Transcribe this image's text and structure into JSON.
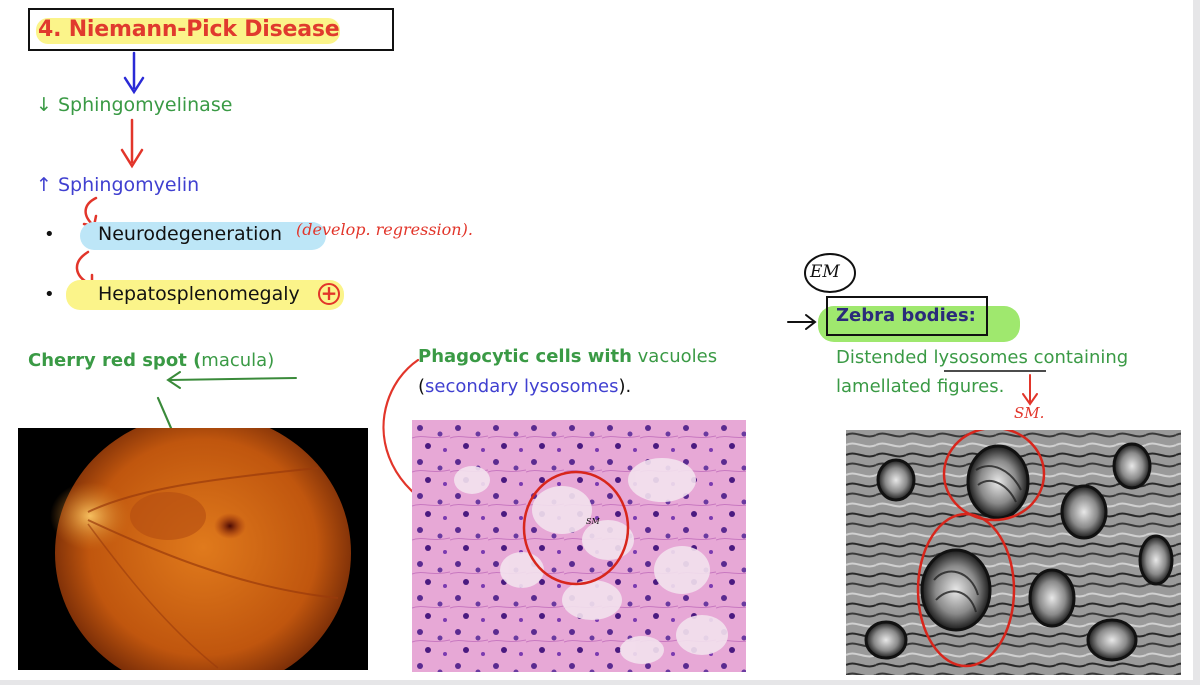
{
  "title": "4. Niemann-Pick Disease",
  "enzyme": "↓ Sphingomyelinase",
  "substrate": "↑ Sphingomyelin",
  "bullets": [
    {
      "text": "Neurodegeneration",
      "note": "(develop. regression)."
    },
    {
      "text": "Hepatosplenomegaly",
      "badge": "+"
    }
  ],
  "cherry": {
    "bold": "Cherry red spot",
    "paren_open": " (",
    "rest": "macula",
    "paren_close": ")"
  },
  "phagocytic": {
    "bold": "Phagocytic cells with",
    "rest": " vacuoles",
    "line2_open": "(",
    "line2_blue": "secondary lysosomes",
    "line2_close": ")."
  },
  "em": {
    "circle_label": "EM",
    "zebra_label": "Zebra bodies:",
    "line1_a": "Distended ",
    "line1_b": "lysosomes",
    "line1_c": " containing",
    "line2": "lamellated figures.",
    "sm_note": "SM."
  },
  "histo_label": "SM",
  "colors": {
    "title_red": "#e03a2e",
    "green_text": "#3a9a45",
    "blue_text": "#4040d0",
    "annotation_red": "#e2352a",
    "arrow_blue": "#2a2ad6",
    "arrow_green": "#3a8a3a"
  }
}
